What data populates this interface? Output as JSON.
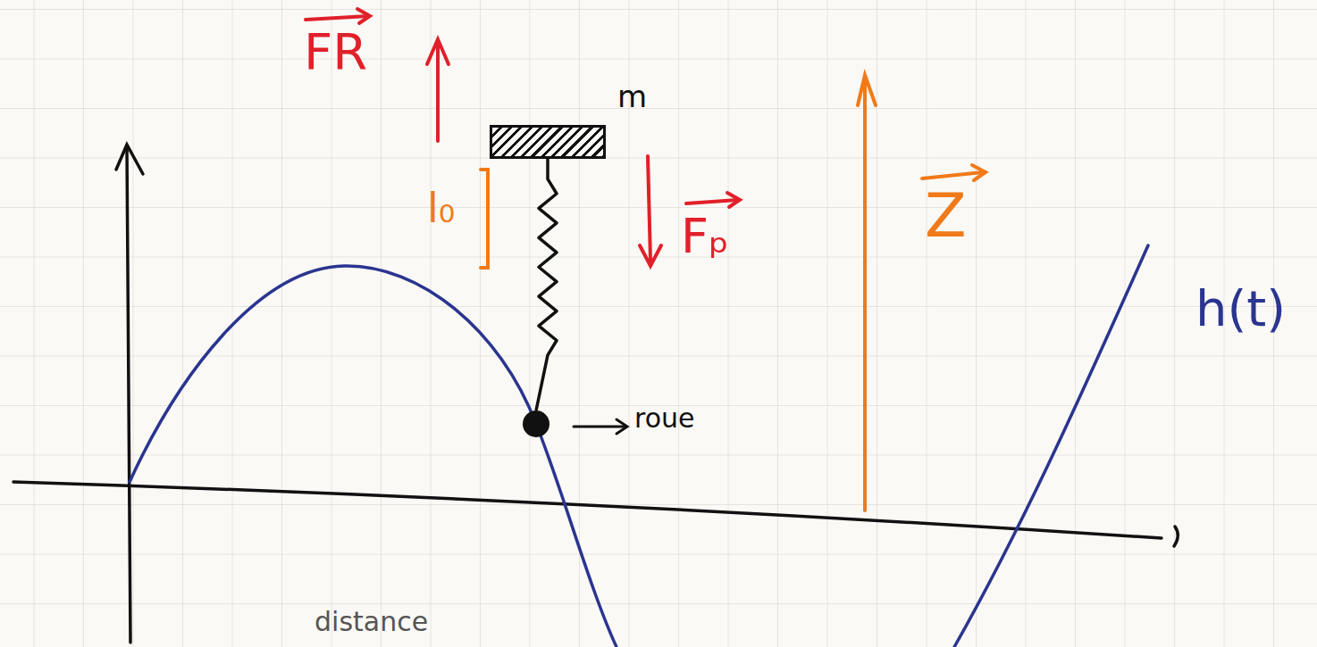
{
  "diagram": {
    "nodes": [
      {
        "text": [
          "m"
        ]
      },
      {
        "text": [
          "roue"
        ]
      }
    ],
    "edges": [
      {
        "from": 0,
        "to": 1,
        "arrow": "none"
      }
    ],
    "labels": [
      "FR",
      "l₀",
      "Fₚ",
      "Z",
      "h(t)",
      "distance"
    ]
  }
}
